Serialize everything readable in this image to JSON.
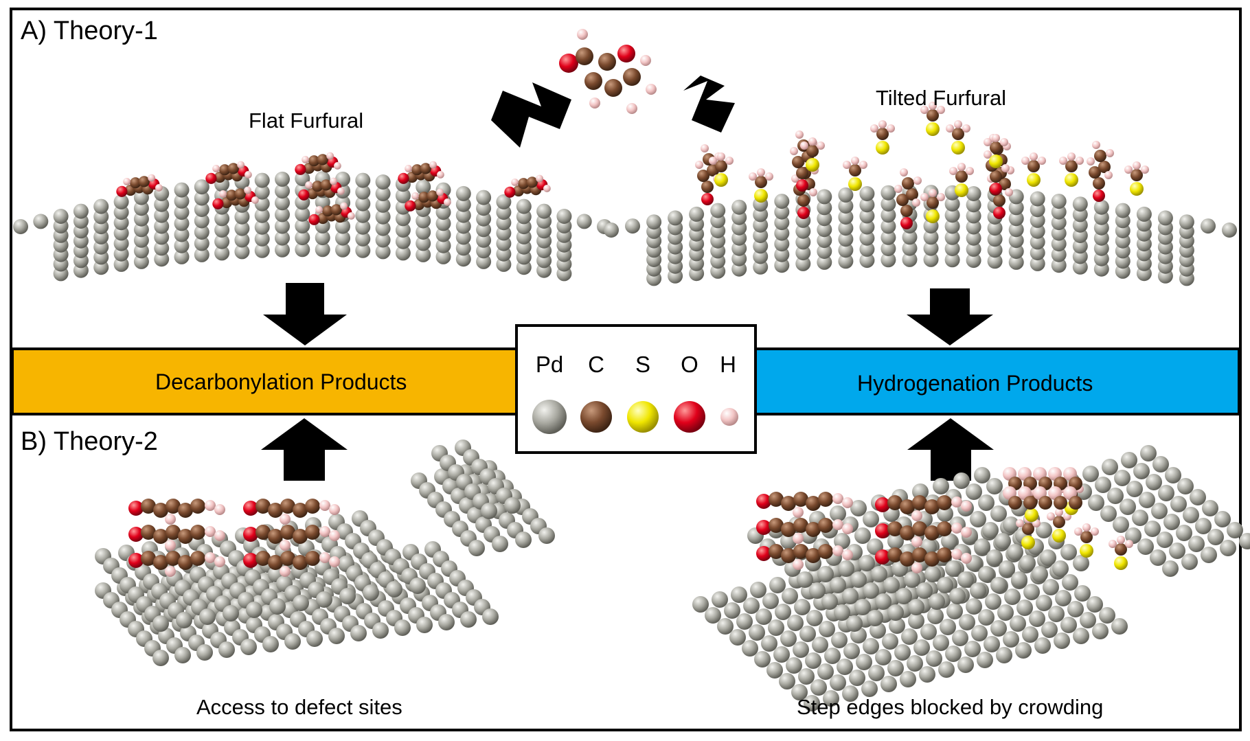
{
  "figure": {
    "panel_a": {
      "title": "A) Theory-1",
      "flat_label": "Flat Furfural",
      "tilted_label": "Tilted Furfural"
    },
    "panel_b": {
      "title": "B) Theory-2",
      "left_caption": "Access to defect sites",
      "right_caption": "Step edges blocked by crowding"
    },
    "bands": {
      "left": {
        "label": "Decarbonylation Products",
        "color": "#f7b500"
      },
      "right": {
        "label": "Hydrogenation  Products",
        "color": "#00a8ec"
      }
    },
    "legend": {
      "items": [
        {
          "symbol": "Pd",
          "color": "#a9a9a1"
        },
        {
          "symbol": "C",
          "color": "#7a4a2e"
        },
        {
          "symbol": "S",
          "color": "#f0e600"
        },
        {
          "symbol": "O",
          "color": "#e0001a"
        },
        {
          "symbol": "H",
          "color": "#f3c6c6"
        }
      ]
    }
  }
}
